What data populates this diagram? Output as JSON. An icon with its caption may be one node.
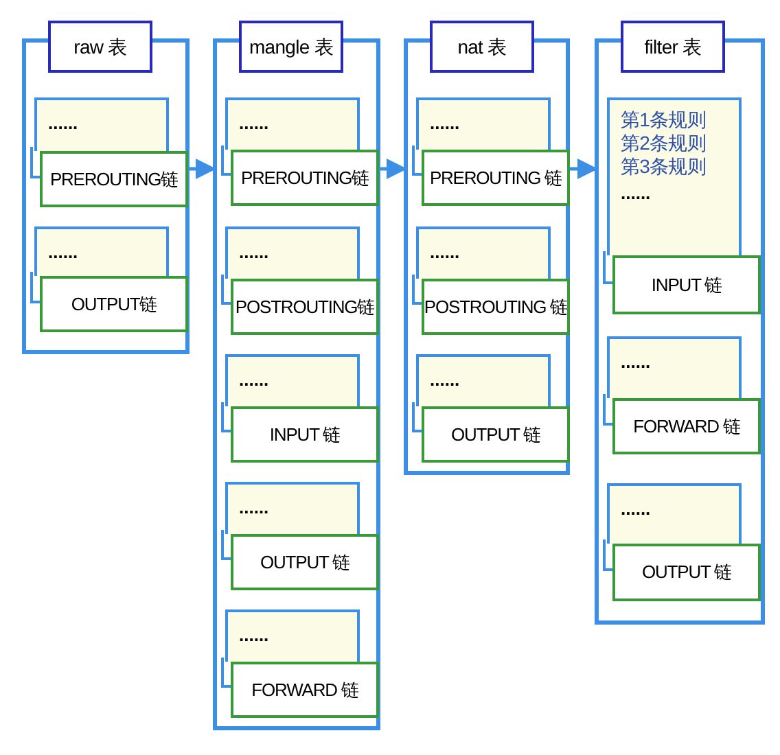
{
  "diagram": {
    "nodes": [
      {
        "text": [
          "raw 表"
        ]
      },
      {
        "text": [
          "......"
        ],
        "in": 0
      },
      {
        "text": [
          "PREROUTING链"
        ],
        "in": 0
      },
      {
        "text": [
          "......"
        ],
        "in": 0
      },
      {
        "text": [
          "OUTPUT链"
        ],
        "in": 0
      },
      {
        "text": [
          "mangle 表"
        ]
      },
      {
        "text": [
          "......"
        ],
        "in": 5
      },
      {
        "text": [
          "PREROUTING链"
        ],
        "in": 5
      },
      {
        "text": [
          "......"
        ],
        "in": 5
      },
      {
        "text": [
          "POSTROUTING链"
        ],
        "in": 5
      },
      {
        "text": [
          "......"
        ],
        "in": 5
      },
      {
        "text": [
          "INPUT 链"
        ],
        "in": 5
      },
      {
        "text": [
          "......"
        ],
        "in": 5
      },
      {
        "text": [
          "OUTPUT 链"
        ],
        "in": 5
      },
      {
        "text": [
          "......"
        ],
        "in": 5
      },
      {
        "text": [
          "FORWARD 链"
        ],
        "in": 5
      },
      {
        "text": [
          "nat 表"
        ]
      },
      {
        "text": [
          "......"
        ],
        "in": 16
      },
      {
        "text": [
          "PREROUTING 链"
        ],
        "in": 16
      },
      {
        "text": [
          "......"
        ],
        "in": 16
      },
      {
        "text": [
          "POSTROUTING 链"
        ],
        "in": 16
      },
      {
        "text": [
          "......"
        ],
        "in": 16
      },
      {
        "text": [
          "OUTPUT 链"
        ],
        "in": 16
      },
      {
        "text": [
          "filter 表"
        ]
      },
      {
        "text": [
          "第1条规则",
          "第2条规则",
          "第3条规则",
          "......"
        ],
        "in": 23
      },
      {
        "text": [
          "INPUT 链"
        ],
        "in": 23
      },
      {
        "text": [
          "......"
        ],
        "in": 23
      },
      {
        "text": [
          "FORWARD 链"
        ],
        "in": 23
      },
      {
        "text": [
          "......"
        ],
        "in": 23
      },
      {
        "text": [
          "OUTPUT 链"
        ],
        "in": 23
      }
    ],
    "edges": [
      {
        "from": 0,
        "to": 5,
        "arrow": "to"
      },
      {
        "from": 5,
        "to": 16,
        "arrow": "to"
      },
      {
        "from": 16,
        "to": 23,
        "arrow": "to"
      }
    ]
  }
}
